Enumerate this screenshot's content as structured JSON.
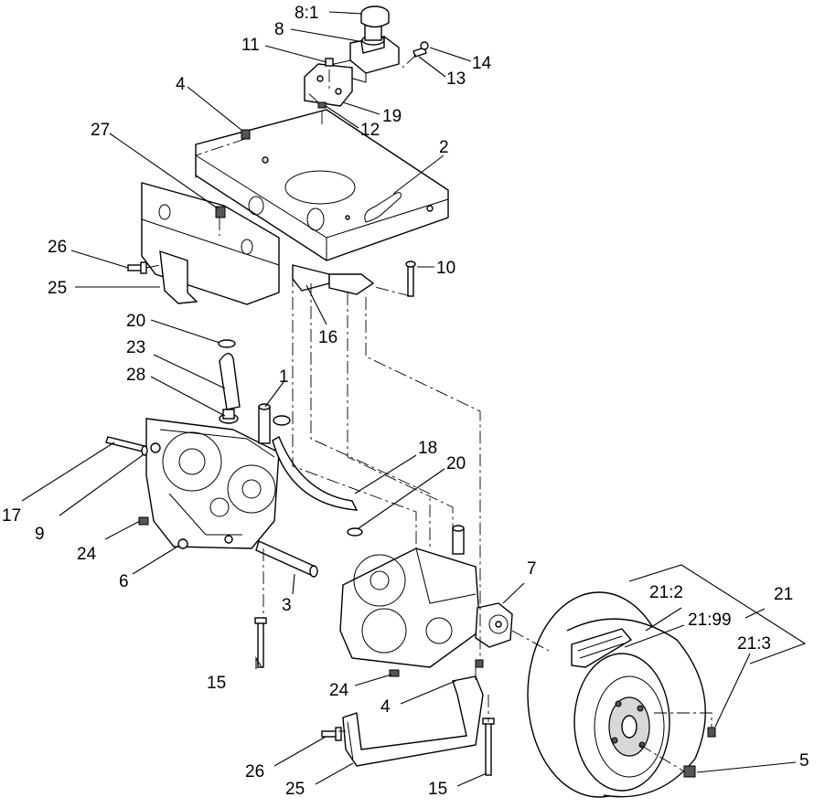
{
  "labels": {
    "l_8_1": "8:1",
    "l_8": "8",
    "l_11": "11",
    "l_14": "14",
    "l_13": "13",
    "l_4_top": "4",
    "l_19": "19",
    "l_12": "12",
    "l_27": "27",
    "l_2": "2",
    "l_26_top": "26",
    "l_10": "10",
    "l_25_top": "25",
    "l_16": "16",
    "l_20_top": "20",
    "l_23": "23",
    "l_28": "28",
    "l_1": "1",
    "l_18": "18",
    "l_20_mid": "20",
    "l_17": "17",
    "l_9": "9",
    "l_24_left": "24",
    "l_6": "6",
    "l_7": "7",
    "l_3": "3",
    "l_21_2": "21:2",
    "l_21": "21",
    "l_21_99": "21:99",
    "l_21_3": "21:3",
    "l_15_left": "15",
    "l_24_mid": "24",
    "l_4_bot": "4",
    "l_5": "5",
    "l_26_bot": "26",
    "l_25_bot": "25",
    "l_15_bot": "15"
  }
}
